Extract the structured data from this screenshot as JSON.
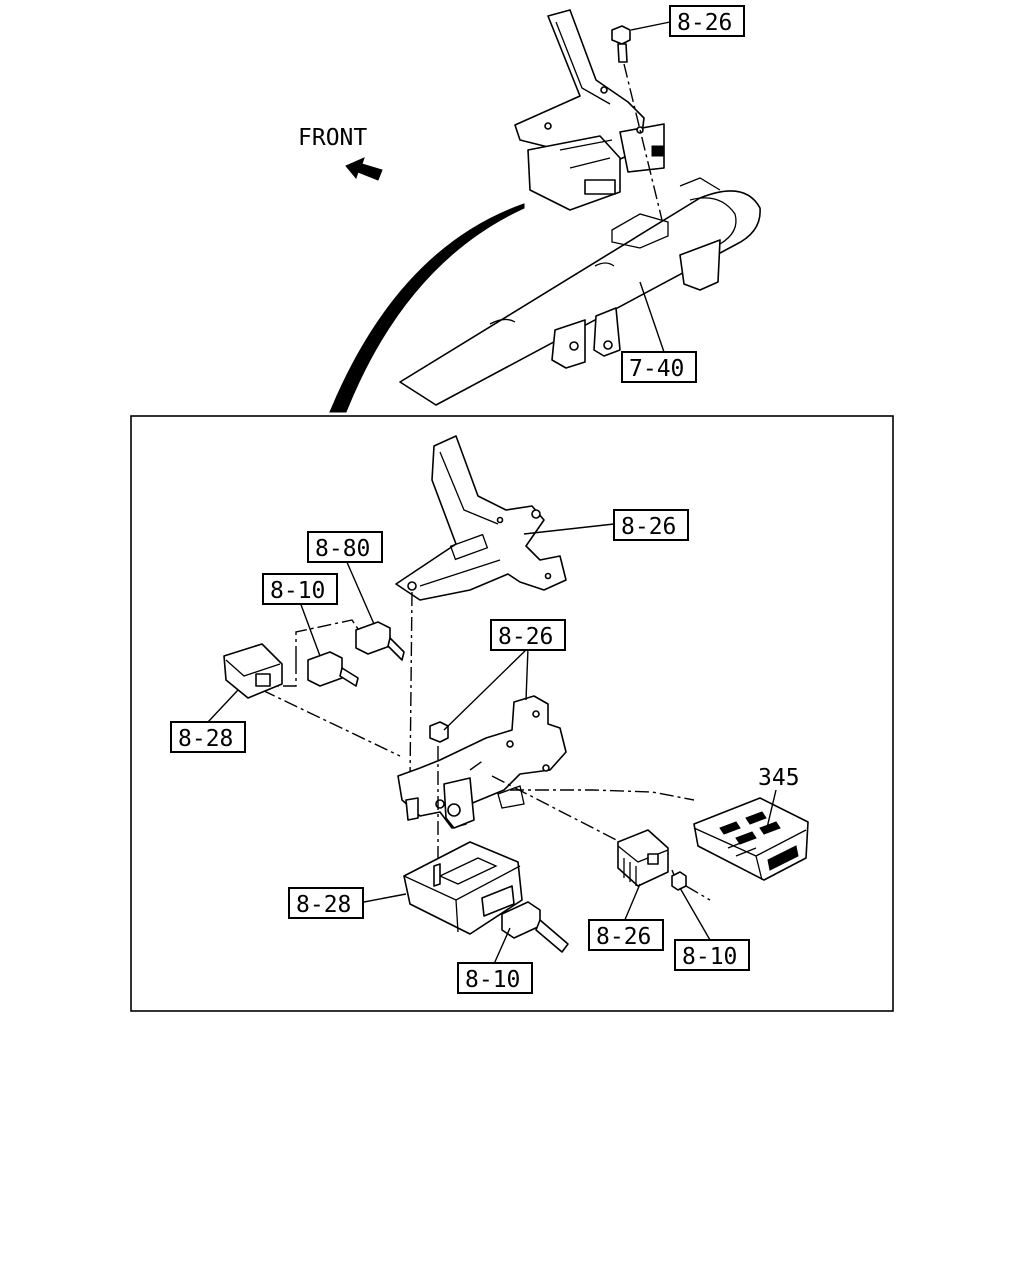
{
  "direction_label": "FRONT",
  "callouts": {
    "top_bolt": "8-26",
    "crossmember": "7-40",
    "bracket": "8-26",
    "connector_upper": "8-80",
    "connector_mid": "8-10",
    "relay_left": "8-28",
    "nut_bracket": "8-26",
    "control_unit": "8-28",
    "control_unit_connector": "8-10",
    "relay_right": "8-26",
    "relay_right_connector": "8-10",
    "harness_connector": "345"
  },
  "icons": {
    "front_arrow": "front-arrow-icon"
  }
}
